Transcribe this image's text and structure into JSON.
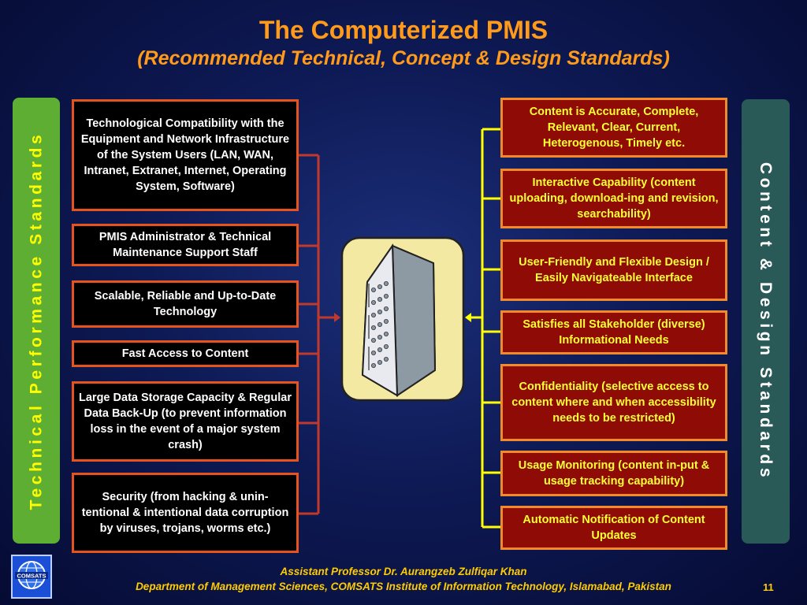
{
  "title": "The Computerized PMIS",
  "subtitle": "(Recommended Technical, Concept & Design Standards)",
  "left_banner": "Technical Performance Standards",
  "right_banner": "Content & Design Standards",
  "left_items": [
    "Technological Compatibility with the Equipment and Network Infrastructure of the System Users (LAN, WAN, Intranet, Extranet, Internet, Operating System, Software)",
    "PMIS Administrator & Technical Maintenance Support Staff",
    "Scalable, Reliable and Up-to-Date Technology",
    "Fast Access to Content",
    "Large Data Storage Capacity & Regular Data Back-Up (to prevent information loss in the event of a major system crash)",
    "Security (from hacking & unin-tentional & intentional data corruption by viruses, trojans, worms etc.)"
  ],
  "right_items": [
    "Content is Accurate, Complete, Relevant, Clear, Current, Heterogenous, Timely etc.",
    "Interactive Capability (content uploading, download-ing and revision, searchability)",
    "User-Friendly and Flexible Design / Easily Navigateable Interface",
    "Satisfies all Stakeholder (diverse) Informational Needs",
    "Confidentiality (selective access to content where and when accessibility needs to be restricted)",
    "Usage Monitoring (content in-put & usage tracking capability)",
    "Automatic Notification of Content Updates"
  ],
  "logo_text": "COMSATS",
  "footer": {
    "line1": "Assistant Professor Dr. Aurangzeb Zulfiqar Khan",
    "line2": "Department of Management Sciences, COMSATS Institute of Information Technology, Islamabad, Pakistan",
    "page": "11"
  },
  "colors": {
    "title": "#ff9a1a",
    "left_connector": "#c0392b",
    "right_connector": "#ffff00",
    "left_box_border": "#e8531c",
    "right_box_fill": "#8e0b06",
    "right_box_text": "#ffff33"
  },
  "icons": {
    "center": "computer-server-icon"
  }
}
